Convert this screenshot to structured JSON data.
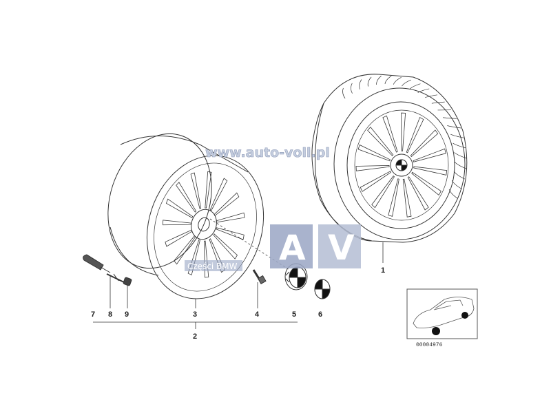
{
  "callouts": {
    "c1": "1",
    "c2": "2",
    "c3": "3",
    "c4": "4",
    "c5": "5",
    "c6": "6",
    "c7": "7",
    "c8": "8",
    "c9": "9"
  },
  "watermark": {
    "url": "www.auto-voll.pl",
    "letter_a": "A",
    "letter_v": "V",
    "subtitle": "Części BMW"
  },
  "inset": {
    "code": "00004976"
  },
  "colors": {
    "line": "#333333",
    "watermark_box": "#9aa6c4",
    "watermark_text": "#b9c4d8"
  }
}
